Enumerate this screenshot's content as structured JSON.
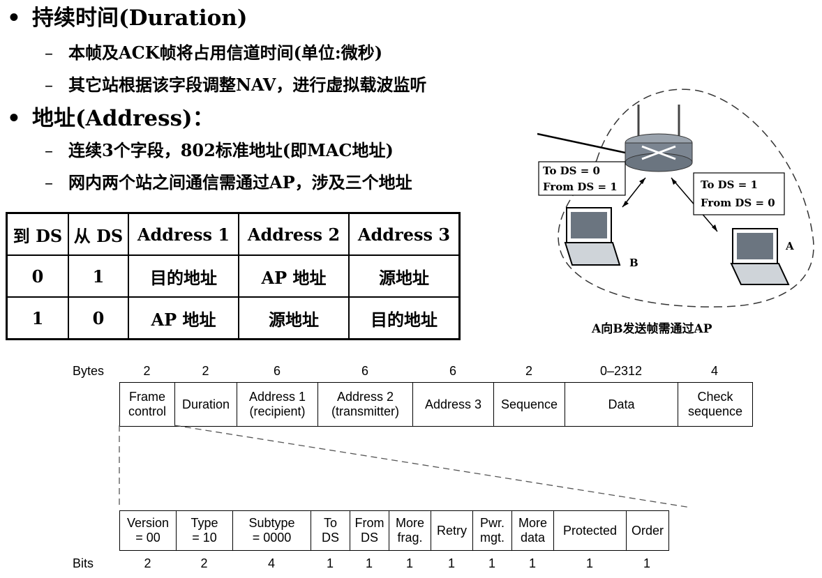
{
  "bullets": [
    {
      "marker": "•",
      "text": "持续时间(Duration)",
      "subs": [
        "本帧及ACK帧将占用信道时间(单位:微秒)",
        "其它站根据该字段调整NAV，进行虚拟载波监听"
      ]
    },
    {
      "marker": "•",
      "text": "地址(Address)：",
      "subs": [
        "连续3个字段，802标准地址(即MAC地址)",
        "网内两个站之间通信需通过AP，涉及三个地址"
      ]
    }
  ],
  "sub_marker": "–",
  "ds_table": {
    "headers": [
      "到 DS",
      "从 DS",
      "Address 1",
      "Address 2",
      "Address 3"
    ],
    "rows": [
      [
        "0",
        "1",
        "目的地址",
        "AP 地址",
        "源地址"
      ],
      [
        "1",
        "0",
        "AP 地址",
        "源地址",
        "目的地址"
      ]
    ]
  },
  "diagram": {
    "box_left": [
      "To DS = 0",
      "From DS = 1"
    ],
    "box_right": [
      "To DS = 1",
      "From DS = 0"
    ],
    "label_b": "B",
    "label_a": "A",
    "caption": "A向B发送帧需通过AP"
  },
  "frame": {
    "bytes_label": "Bytes",
    "byte_sizes": [
      "2",
      "2",
      "6",
      "6",
      "6",
      "2",
      "0–2312",
      "4"
    ],
    "fields": [
      [
        "Frame",
        "control"
      ],
      [
        "Duration"
      ],
      [
        "Address 1",
        "(recipient)"
      ],
      [
        "Address 2",
        "(transmitter)"
      ],
      [
        "Address 3"
      ],
      [
        "Sequence"
      ],
      [
        "Data"
      ],
      [
        "Check",
        "sequence"
      ]
    ]
  },
  "control": {
    "bits_label": "Bits",
    "bit_sizes": [
      "2",
      "2",
      "4",
      "1",
      "1",
      "1",
      "1",
      "1",
      "1",
      "1",
      "1"
    ],
    "fields": [
      [
        "Version",
        "= 00"
      ],
      [
        "Type",
        "= 10"
      ],
      [
        "Subtype",
        "= 0000"
      ],
      [
        "To",
        "DS"
      ],
      [
        "From",
        "DS"
      ],
      [
        "More",
        "frag."
      ],
      [
        "Retry"
      ],
      [
        "Pwr.",
        "mgt."
      ],
      [
        "More",
        "data"
      ],
      [
        "Protected"
      ],
      [
        "Order"
      ]
    ]
  }
}
